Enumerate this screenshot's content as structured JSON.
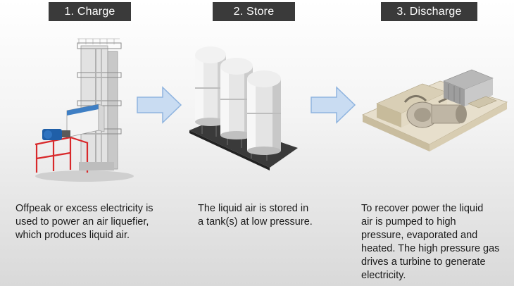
{
  "stages": [
    {
      "title": "1. Charge",
      "description": [
        "Offpeak or excess electricity is",
        "used to power an air liquefier,",
        "which produces liquid air."
      ]
    },
    {
      "title": "2. Store",
      "description": [
        "The liquid air is stored in",
        "a tank(s) at low pressure."
      ]
    },
    {
      "title": "3. Discharge",
      "description": [
        "To recover power the liquid",
        "air is pumped to high",
        "pressure, evaporated and",
        "heated. The high pressure gas",
        "drives a turbine to generate",
        "electricity."
      ]
    }
  ],
  "colors": {
    "title_bg": "#3a3a3a",
    "arrow_fill": "#c9dcf2",
    "arrow_stroke": "#8fb4df",
    "frame_red": "#d8282a",
    "machine_blue": "#1f5fa8"
  },
  "icons": [
    "air-liquefier-illustration",
    "storage-tanks-illustration",
    "power-recovery-unit-illustration",
    "right-arrow-icon"
  ]
}
